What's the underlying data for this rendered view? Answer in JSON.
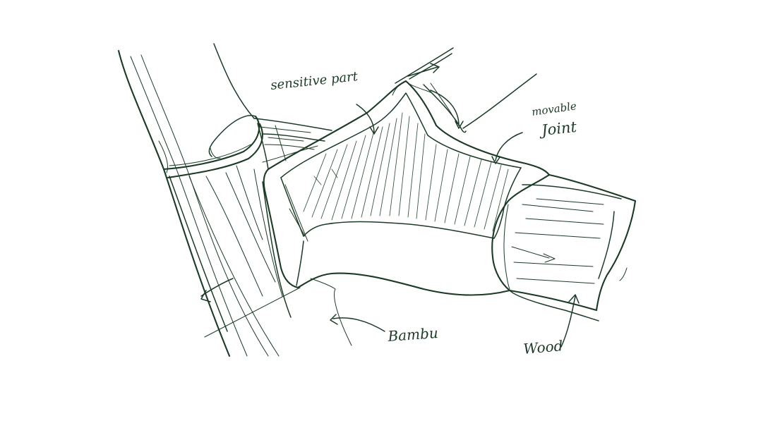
{
  "labels": {
    "sensitive_part": "sensitive part",
    "movable": "movable",
    "joint": "Joint",
    "bambu": "Bambu",
    "wood": "Wood"
  },
  "colors": {
    "background": "#ffffff",
    "ink": "#1c3a26"
  }
}
